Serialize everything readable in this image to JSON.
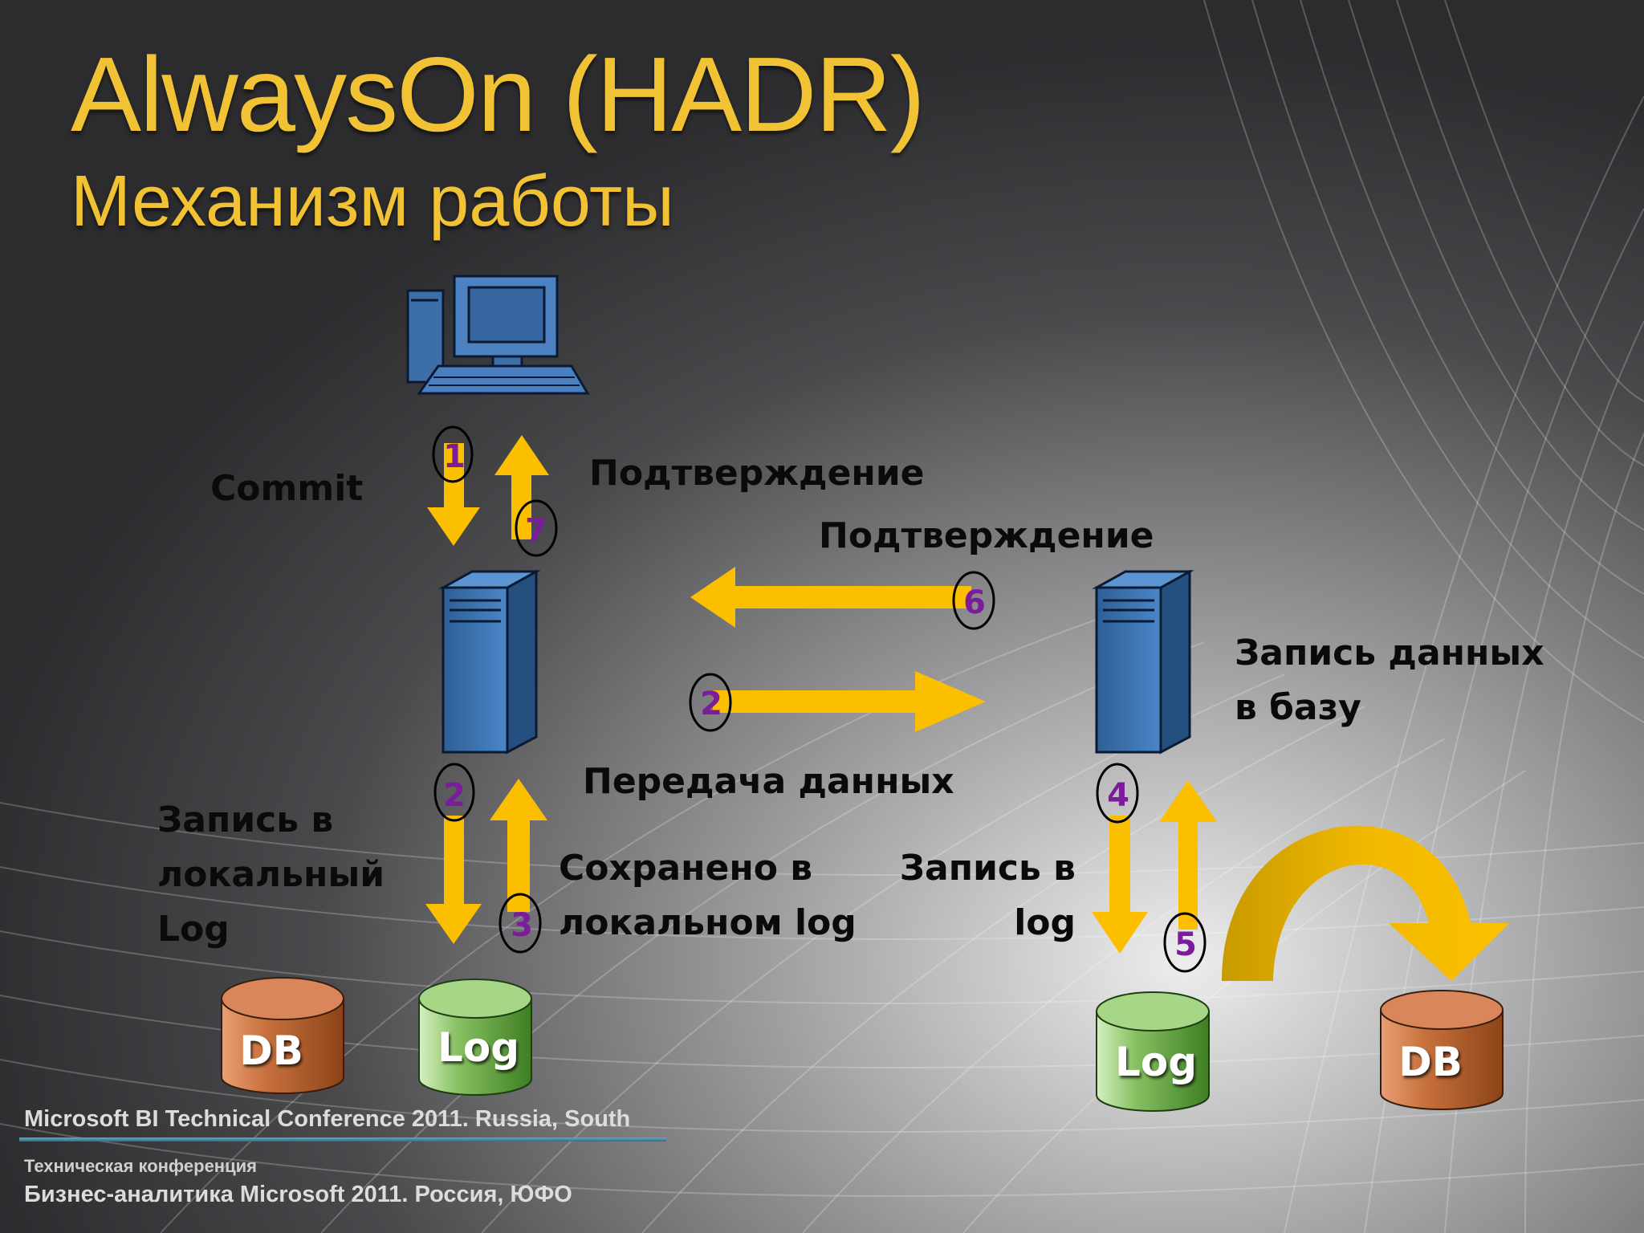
{
  "title": {
    "main": "AlwaysOn (HADR)",
    "sub": "Механизм работы"
  },
  "labels": {
    "commit": "Commit",
    "confirm_top": "Подтверждение",
    "confirm_mid": "Подтверждение",
    "write_db_line1": "Запись данных",
    "write_db_line2": "в базу",
    "transfer": "Передача данных",
    "write_local_line1": "Запись в",
    "write_local_line2": "локальный",
    "write_local_line3": "Log",
    "saved_line1": "Сохранено в",
    "saved_line2": "локальном log",
    "write_log_line1": "Запись в",
    "write_log_line2": "log"
  },
  "steps": {
    "s1": "1",
    "s7": "7",
    "s6": "6",
    "s2_top": "2",
    "s2_bottom": "2",
    "s3": "3",
    "s4": "4",
    "s5": "5"
  },
  "cylinders": {
    "primary_db": "DB",
    "primary_log": "Log",
    "secondary_log": "Log",
    "secondary_db": "DB"
  },
  "footer": {
    "line1": "Microsoft BI Technical Conference 2011. Russia, South",
    "line2": "Техническая конференция",
    "line3": "Бизнес-аналитика Microsoft 2011. Россия, ЮФО"
  },
  "colors": {
    "title": "#f0c234",
    "arrow": "#fbbf00",
    "step_number": "#7a1c9c",
    "server": "#3f79b8",
    "db_cylinder": "#b8622c",
    "log_cylinder": "#5f9e3b"
  }
}
